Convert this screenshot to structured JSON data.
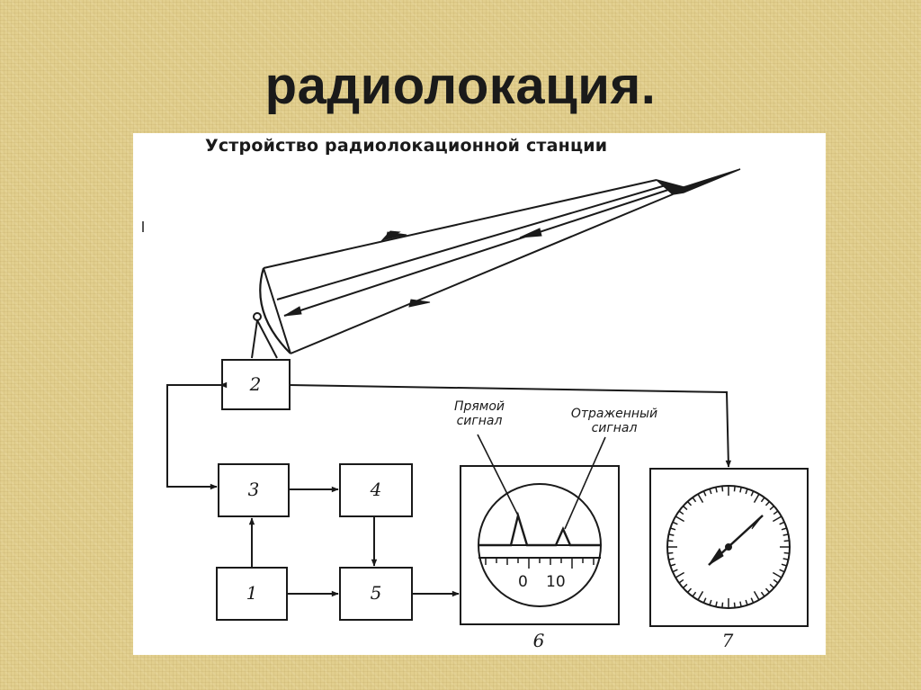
{
  "slide": {
    "title": "радиолокация."
  },
  "diagram": {
    "heading": "Устройство радиолокационной станции",
    "blocks": [
      "1",
      "2",
      "3",
      "4",
      "5"
    ],
    "devices": [
      "6",
      "7"
    ],
    "callouts": {
      "direct_line1": "Прямой",
      "direct_line2": "сигнал",
      "reflected_line1": "Отраженный",
      "reflected_line2": "сигнал"
    },
    "scale_labels": [
      "0",
      "10"
    ]
  }
}
